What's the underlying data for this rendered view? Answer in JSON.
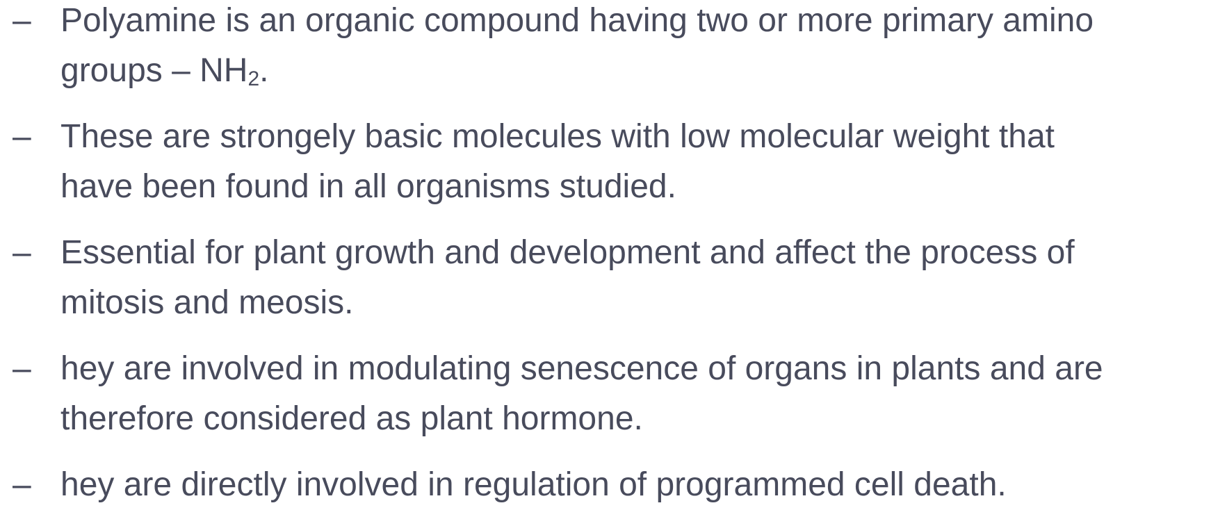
{
  "bullets": [
    {
      "dash": "–",
      "line1": "Polyamine is an organic compound having two or more primary amino",
      "line2_prefix": "groups –  NH",
      "line2_sub": "2",
      "line2_suffix": "."
    },
    {
      "dash": "–",
      "line1": "These are strongely basic molecules with low molecular weight that",
      "line2": "have been  found in all organisms studied."
    },
    {
      "dash": "–",
      "line1": "Essential for plant growth and development and affect the process of",
      "line2": "mitosis  and meosis."
    },
    {
      "dash": "–",
      "line1": "hey are involved in modulating senescence of organs in plants and are",
      "line2": "therefore  considered as plant hormone."
    },
    {
      "dash": "–",
      "line1": "hey are directly involved in regulation of programmed cell death."
    }
  ]
}
